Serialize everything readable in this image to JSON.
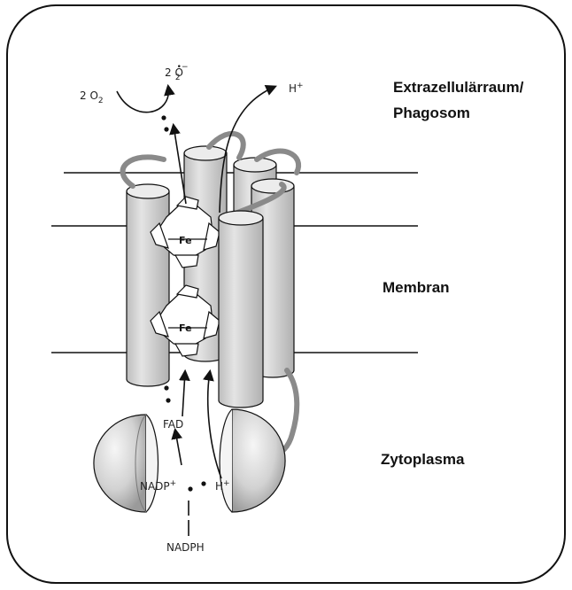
{
  "regions": {
    "extracellular_line1": "Extrazellulärraum/",
    "extracellular_line2": "Phagosom",
    "membrane": "Membran",
    "cytoplasm": "Zytoplasma"
  },
  "molecules": {
    "oxygen": "2 O",
    "oxygen_sub": "2",
    "superoxide": "2 O",
    "superoxide_sub": "2",
    "superoxide_sup": "•−",
    "proton_out": "H",
    "proton_out_sup": "+",
    "fad": "FAD",
    "nadp": "NADP",
    "nadp_sup": "+",
    "proton_in": "H",
    "proton_in_sup": "+",
    "nadph": "NADPH",
    "iron_top": "Fe",
    "iron_bottom": "Fe"
  },
  "colors": {
    "frame": "#111111",
    "cylinder_fill": "#d4d4d4",
    "cylinder_top": "#ececec",
    "loop": "#8a8a8a",
    "sphere_light": "#f2f2f2",
    "sphere_dark": "#a8a8a8"
  }
}
